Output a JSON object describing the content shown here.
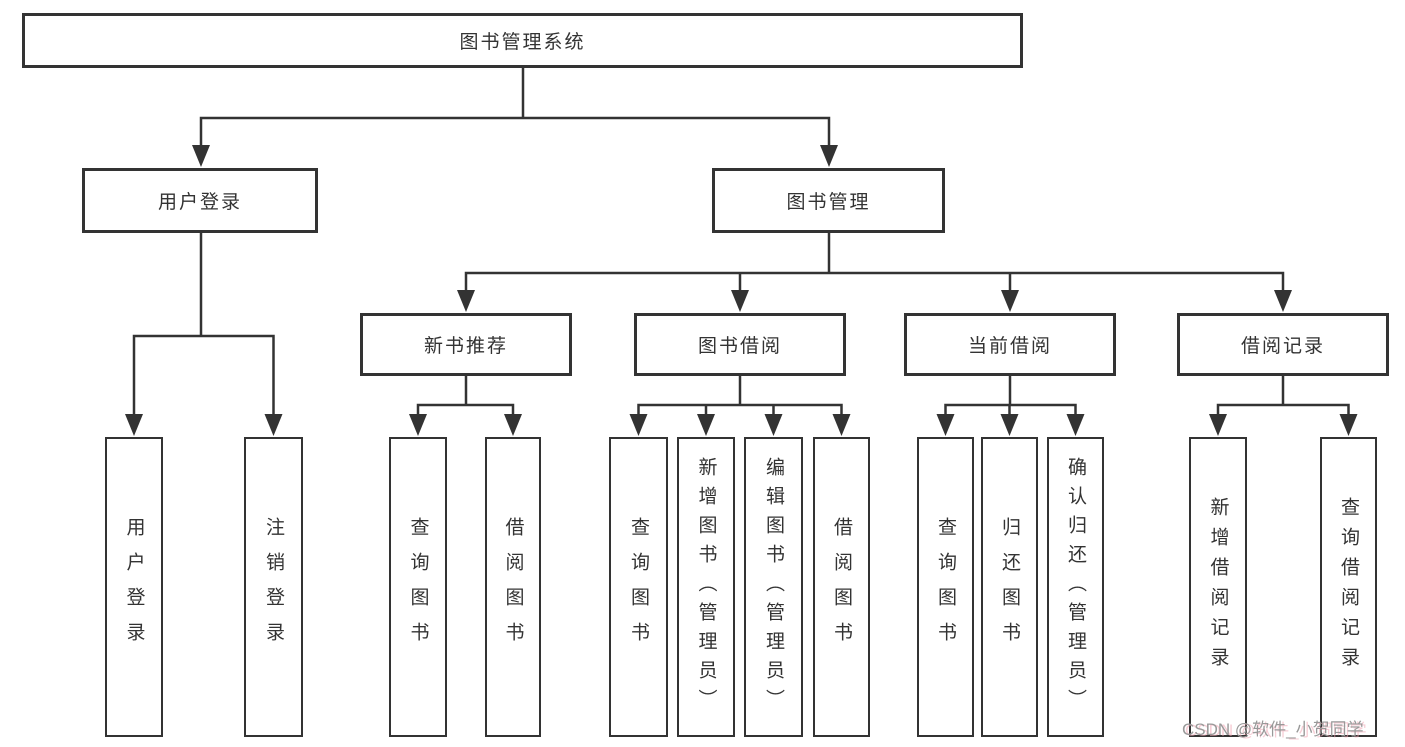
{
  "diagram": {
    "root": {
      "label": "图书管理系统"
    },
    "branches": [
      {
        "label": "用户登录",
        "children": [
          {
            "label": "用户登录"
          },
          {
            "label": "注销登录"
          }
        ]
      },
      {
        "label": "图书管理",
        "groups": [
          {
            "label": "新书推荐",
            "children": [
              {
                "label": "查询图书"
              },
              {
                "label": "借阅图书"
              }
            ]
          },
          {
            "label": "图书借阅",
            "children": [
              {
                "label": "查询图书"
              },
              {
                "label": "新增图书（管理员）"
              },
              {
                "label": "编辑图书（管理员）"
              },
              {
                "label": "借阅图书"
              }
            ]
          },
          {
            "label": "当前借阅",
            "children": [
              {
                "label": "查询图书"
              },
              {
                "label": "归还图书"
              },
              {
                "label": "确认归还（管理员）"
              }
            ]
          },
          {
            "label": "借阅记录",
            "children": [
              {
                "label": "新增借阅记录"
              },
              {
                "label": "查询借阅记录"
              }
            ]
          }
        ]
      }
    ]
  },
  "watermark": {
    "text": "CSDN @软件_小贺同学"
  },
  "colors": {
    "line": "#333333",
    "box_border": "#333333",
    "text": "#333333",
    "background": "#ffffff",
    "watermark_gray": "#999999",
    "watermark_pink": "#f0a6b5"
  }
}
